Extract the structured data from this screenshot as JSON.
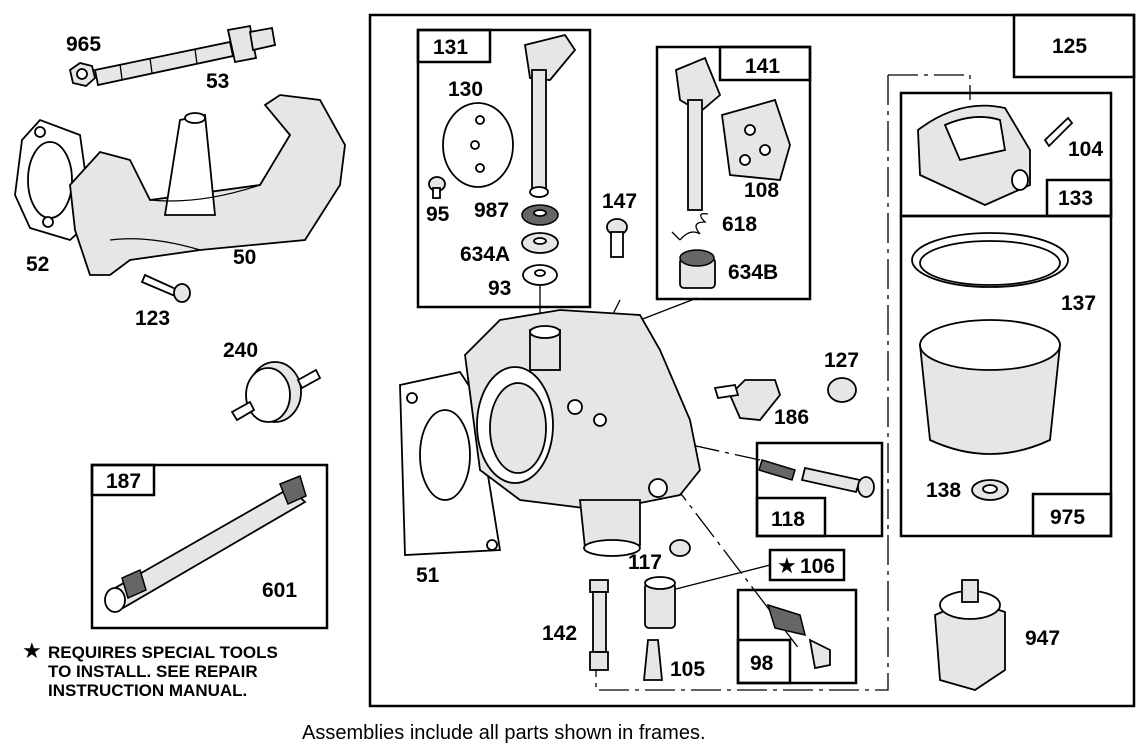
{
  "labels": {
    "p965": "965",
    "p53": "53",
    "p52": "52",
    "p50": "50",
    "p123": "123",
    "p240": "240",
    "p187": "187",
    "p601": "601",
    "p131": "131",
    "p130": "130",
    "p95": "95",
    "p987": "987",
    "p634a": "634A",
    "p93": "93",
    "p147": "147",
    "p141": "141",
    "p108": "108",
    "p618": "618",
    "p634b": "634B",
    "p125": "125",
    "p104": "104",
    "p133": "133",
    "p137": "137",
    "p138": "138",
    "p975": "975",
    "p127": "127",
    "p186": "186",
    "p118": "118",
    "p51": "51",
    "p117": "117",
    "p106": "106",
    "p142": "142",
    "p105": "105",
    "p98": "98",
    "p947": "947"
  },
  "note": {
    "star": "★",
    "line1": "REQUIRES SPECIAL TOOLS",
    "line2": "TO INSTALL.  SEE REPAIR",
    "line3": "INSTRUCTION MANUAL."
  },
  "caption": "Assemblies include all parts shown in frames.",
  "icons": {
    "star_marker": "star-icon"
  }
}
